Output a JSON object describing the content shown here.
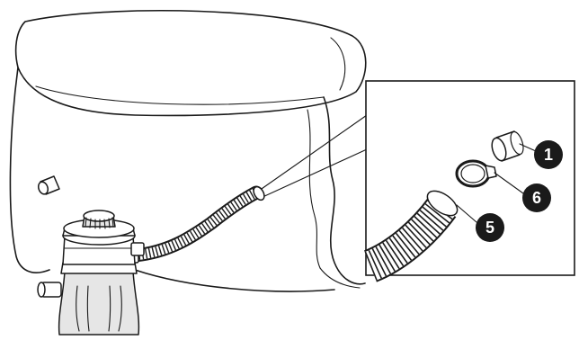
{
  "callouts": {
    "part_1": "1",
    "part_5": "5",
    "part_6": "6"
  },
  "colors": {
    "line": "#1a1a1a",
    "badge": "#1a1a1a",
    "pump_body": "#e6e6e6",
    "background": "#ffffff"
  },
  "icons": {
    "pool": "inflatable-pool-drawing",
    "pump": "filter-pump-drawing",
    "hose": "corrugated-hose-drawing",
    "detail": "detail-inset-drawing"
  }
}
